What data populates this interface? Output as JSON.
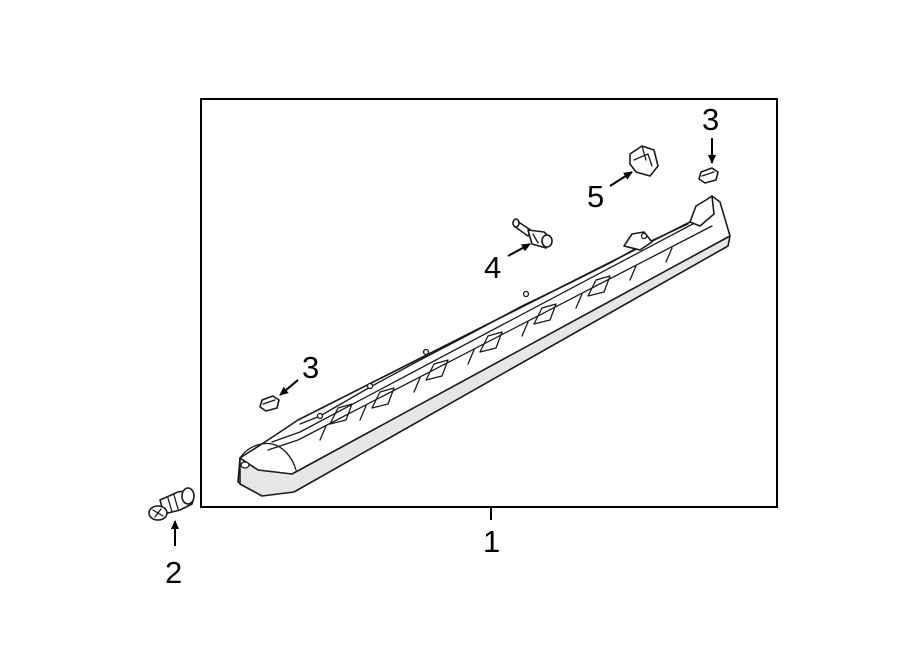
{
  "diagram": {
    "callouts": {
      "c1": "1",
      "c2": "2",
      "c3_upper": "3",
      "c3_lower": "3",
      "c4": "4",
      "c5": "5"
    },
    "colors": {
      "line": "#000000",
      "part_fill": "#ffffff",
      "part_shade": "#e6e6e6"
    }
  }
}
